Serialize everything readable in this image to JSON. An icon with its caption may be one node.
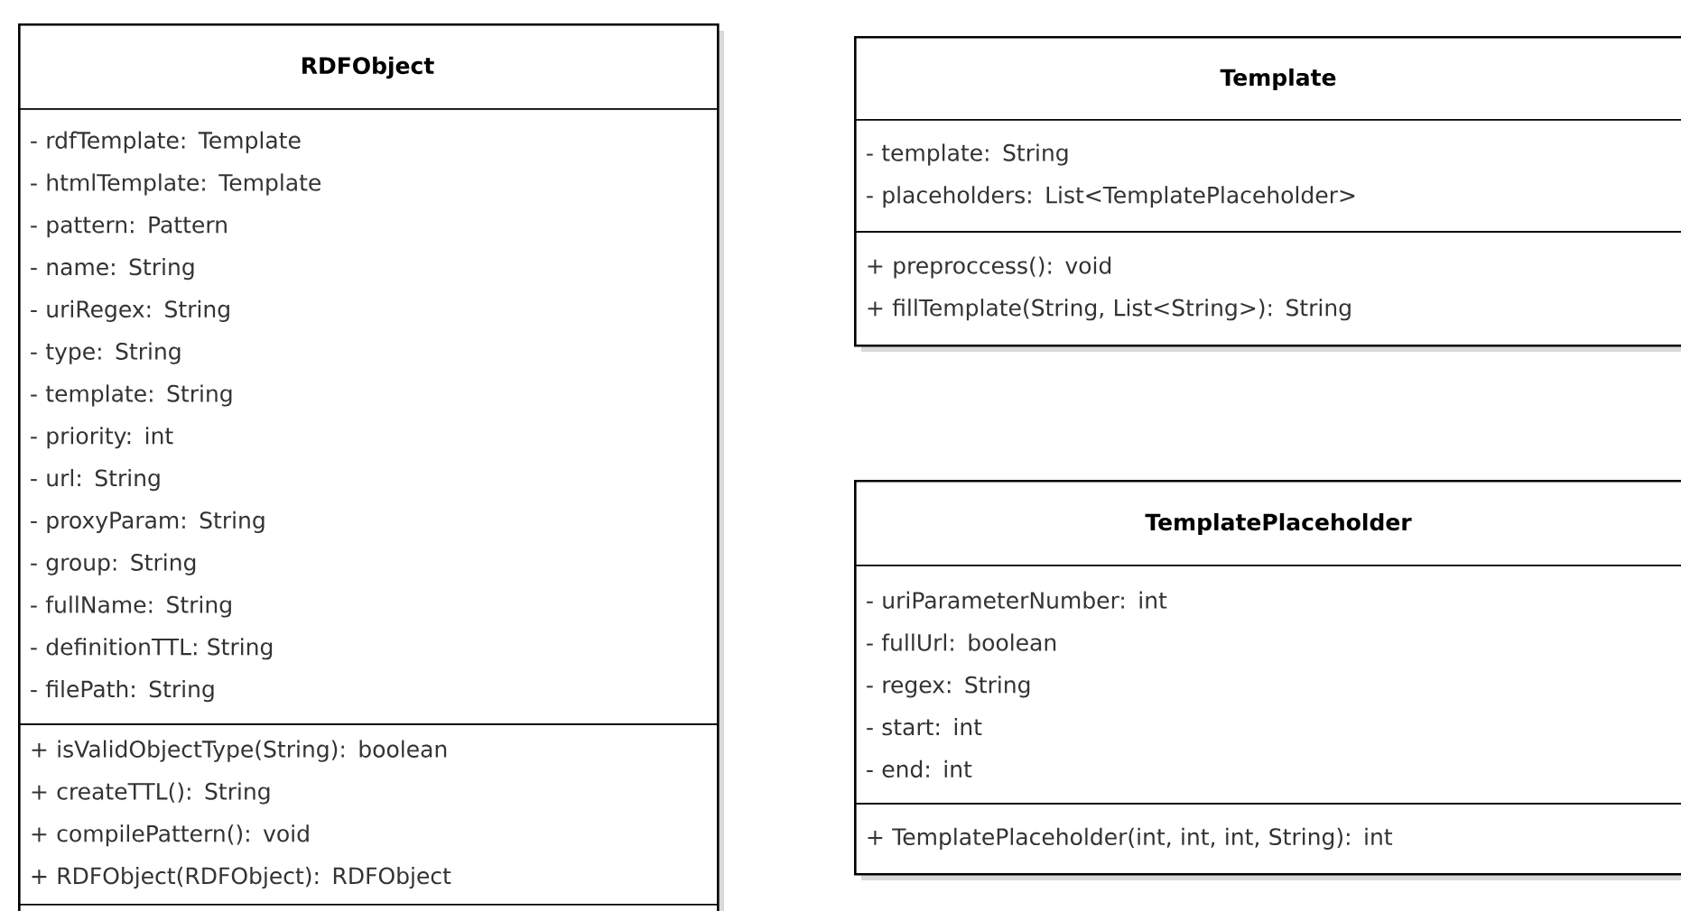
{
  "diagram": {
    "nodes": [
      {
        "text": [
          "RDFObject"
        ]
      },
      {
        "text": [
          "- rdfTemplate: Template",
          "- htmlTemplate: Template",
          "- pattern: Pattern",
          "- name: String",
          "- uriRegex: String",
          "- type: String",
          "- template: String",
          "- priority: int",
          "- url: String",
          "- proxyParam: String",
          "- group: String",
          "- fullName: String",
          "- definitionTTL: String",
          "- filePath: String"
        ],
        "in": 0
      },
      {
        "text": [
          "+ isValidObjectType(String): boolean",
          "+ createTTL(): String",
          "+ compilePattern(): void",
          "+ RDFObject(RDFObject): RDFObject"
        ],
        "in": 0
      },
      {
        "text": [
          "Template"
        ]
      },
      {
        "text": [
          "- template: String",
          "- placeholders: List<TemplatePlaceholder>"
        ],
        "in": 3
      },
      {
        "text": [
          "+ preproccess(): void",
          "+ fillTemplate(String, List<String>): String"
        ],
        "in": 3
      },
      {
        "text": [
          "TemplatePlaceholder"
        ]
      },
      {
        "text": [
          "- uriParameterNumber: int",
          "- fullUrl: boolean",
          "- regex: String",
          "- start: int",
          "- end: int"
        ],
        "in": 6
      },
      {
        "text": [
          "+ TemplatePlaceholder(int, int, int, String): int"
        ],
        "in": 6
      }
    ]
  }
}
